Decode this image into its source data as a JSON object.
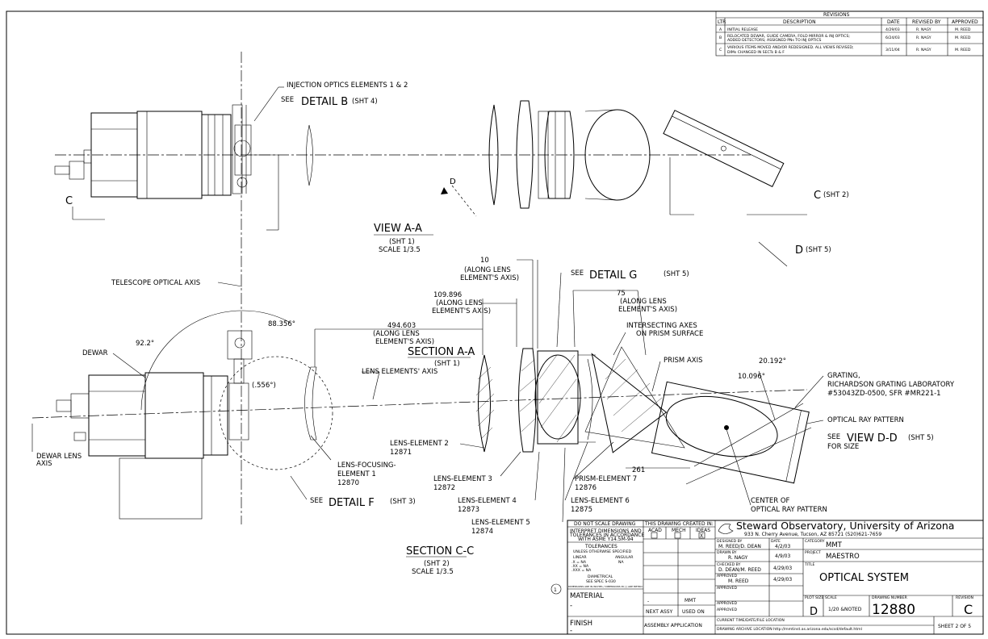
{
  "revisions": {
    "title": "REVISIONS",
    "headers": [
      "LTR",
      "DESCRIPTION",
      "DATE",
      "REVISED BY",
      "APPROVED"
    ],
    "rows": [
      {
        "ltr": "A",
        "desc1": "INITIAL RELEASE",
        "desc2": "",
        "date": "4/29/03",
        "by": "R. NAGY",
        "appr": "M. REED"
      },
      {
        "ltr": "B",
        "desc1": "RELOCATED DEWAR, GUIDE CAMERA, FOLD MIRROR & INJ OPTICS;",
        "desc2": "ADDED DETECTORS; ASSIGNED PNs TO INJ OPTICS",
        "date": "6/24/03",
        "by": "R. NAGY",
        "appr": "M. REED"
      },
      {
        "ltr": "C",
        "desc1": "VARIOUS ITEMS MOVED AND/OR REDESIGNED. ALL VIEWS REVISED;",
        "desc2": "DIMs CHANGED IN SECTs B & F",
        "date": "3/11/04",
        "by": "R. NAGY",
        "appr": "M. REED"
      }
    ]
  },
  "view_aa": {
    "inj_line1": "INJECTION OPTICS ELEMENTS 1 & 2",
    "see": "SEE",
    "detail_b": "DETAIL B",
    "detail_b_sht": "(SHT 4)",
    "c_left": "C",
    "d_label": "D",
    "c_right": "C",
    "c_right_sht": "(SHT 2)",
    "d_right": "D",
    "d_right_sht": "(SHT 5)",
    "view_title": "VIEW A-A",
    "view_sht": "(SHT 1)",
    "view_scale": "SCALE 1/3.5"
  },
  "section_cc": {
    "dim_10": "10",
    "dim_10_note1": "(ALONG LENS",
    "dim_10_note2": "ELEMENT'S AXIS)",
    "see": "SEE",
    "detail_g": "DETAIL G",
    "detail_g_sht": "(SHT 5)",
    "dim_109": "109.896",
    "dim_109_note1": "(ALONG LENS",
    "dim_109_note2": "ELEMENT'S AXIS)",
    "dim_75": "75",
    "dim_75_note1": "(ALONG LENS",
    "dim_75_note2": "ELEMENT'S AXIS)",
    "telescope_axis": "TELESCOPE OPTICAL AXIS",
    "dim_88": "88.356°",
    "dim_92": "92.2°",
    "dim_494": "494.603",
    "dim_494_note1": "(ALONG LENS",
    "dim_494_note2": "ELEMENT'S AXIS)",
    "intersect1": "INTERSECTING AXES",
    "intersect2": "ON PRISM SURFACE",
    "section_aa": "SECTION A-A",
    "section_aa_sht": "(SHT 1)",
    "dewar": "DEWAR",
    "prism_axis": "PRISM AXIS",
    "dim_20": "20.192°",
    "lens_axis": "LENS ELEMENTS' AXIS",
    "dim_556": "(.556°)",
    "dim_10096": "10.096°",
    "grating1": "GRATING,",
    "grating2": "RICHARDSON GRATING LABORATORY",
    "grating3": "#53043ZD-0500, SFR #MR221-1",
    "ray_pattern": "OPTICAL RAY PATTERN",
    "see2": "SEE",
    "view_dd": "VIEW D-D",
    "view_dd_sht": "(SHT 5)",
    "for_size": "FOR SIZE",
    "dewar_lens1": "DEWAR LENS",
    "dewar_lens2": "AXIS",
    "lens2a": "LENS-ELEMENT 2",
    "lens2b": "12871",
    "lens_focus1": "LENS-FOCUSING-",
    "lens_focus2": "ELEMENT 1",
    "lens_focus3": "12870",
    "dim_261": "261",
    "lens3a": "LENS-ELEMENT 3",
    "lens3b": "12872",
    "prism7a": "PRISM-ELEMENT 7",
    "prism7b": "12876",
    "see3": "SEE",
    "detail_f": "DETAIL F",
    "detail_f_sht": "(SHT 3)",
    "lens4a": "LENS-ELEMENT 4",
    "lens4b": "12873",
    "lens6a": "LENS-ELEMENT 6",
    "lens6b": "12875",
    "center1": "CENTER OF",
    "center2": "OPTICAL RAY PATTERN",
    "lens5a": "LENS-ELEMENT 5",
    "lens5b": "12874",
    "section_title": "SECTION C-C",
    "section_sht": "(SHT 2)",
    "section_scale": "SCALE 1/3.5"
  },
  "title_block": {
    "do_not_scale": "DO NOT SCALE DRAWING",
    "interpret1": "INTERPRET DIMENSIONS AND",
    "interpret2": "TOLERANCES IN ACCORDANCE",
    "interpret3": "WITH ASME Y14.5M-94",
    "tolerances": "TOLERANCES",
    "unless": "UNLESS OTHERWISE SPECIFIED",
    "linear": "LINEAR",
    "angular": "ANGULAR",
    "tol1": ".X  = NA",
    "tol2": ".XX  = NA",
    "tol3": ".XXX = NA",
    "tol_ang": "NA",
    "diametrical": "DIAMETRICAL",
    "see_spec": "SEE SPEC S-030",
    "dims_note": "DIMENSIONS ARE IN INCHES / DIMENSIONS IN [ ] ARE METRIC",
    "material": "MATERIAL",
    "material_val": "-",
    "finish": "FINISH",
    "finish_val": "-",
    "circle_num": "1",
    "created_in": "THIS DRAWING CREATED IN:",
    "acad": "ACAD",
    "mech": "MECH",
    "ideas": "IDEAS",
    "ideas_check": "X",
    "mmt_small": "MMT",
    "dash_val": "-",
    "next_assy": "NEXT ASSY",
    "used_on": "USED ON",
    "assembly_app": "ASSEMBLY APPLICATION",
    "org_name": "Steward Observatory, University of Arizona",
    "org_addr": "933 N. Cherry Avenue, Tucson, AZ  85721  (520)621-7659",
    "designed_by_label": "DESIGNED BY",
    "designed_by": "M. REED/D. DEAN",
    "date_label": "DATE",
    "designed_date": "4/2/03",
    "category_label": "CATEGORY",
    "category": "MMT",
    "drawn_by_label": "DRAWN BY",
    "drawn_by": "R. NAGY",
    "drawn_date": "4/9/03",
    "project_label": "PROJECT",
    "project": "MAESTRO",
    "checked_label": "CHECKED BY",
    "checked": "D. DEAN/M. REED",
    "checked_date": "4/29/03",
    "title_label": "TITLE",
    "title": "OPTICAL SYSTEM",
    "approved_label": "APPROVED",
    "approved": "M. REED",
    "approved_date": "4/29/03",
    "approved2_label": "APPROVED",
    "approved3_label": "APPROVED",
    "approved4_label": "APPROVED",
    "plot_size_label": "PLOT SIZE",
    "plot_size": "D",
    "scale_label": "SCALE",
    "scale": "1/20 &NOTED",
    "drawing_no_label": "DRAWING NUMBER",
    "drawing_no": "12880",
    "revision_label": "REVISION",
    "revision": "C",
    "current_time": "CURRENT TIME/DATE/FILE LOCATION",
    "archive": "DRAWING ARCHIVE LOCATION http://mmtinst.as.arizona.edu/scsd/default.html",
    "sheet": "SHEET 2 OF 5"
  }
}
